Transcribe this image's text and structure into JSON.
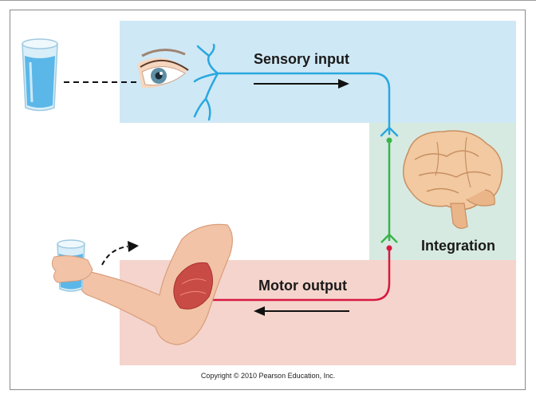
{
  "labels": {
    "sensory": "Sensory input",
    "integration": "Integration",
    "motor": "Motor output"
  },
  "copyright": "Copyright © 2010 Pearson Education, Inc.",
  "colors": {
    "sensory_bg": "#cfe8f5",
    "integration_bg": "#d6eae1",
    "motor_bg": "#f4d4cc",
    "sensory_nerve": "#29a8e0",
    "integration_nerve": "#3ab44a",
    "motor_nerve": "#d9183f"
  }
}
